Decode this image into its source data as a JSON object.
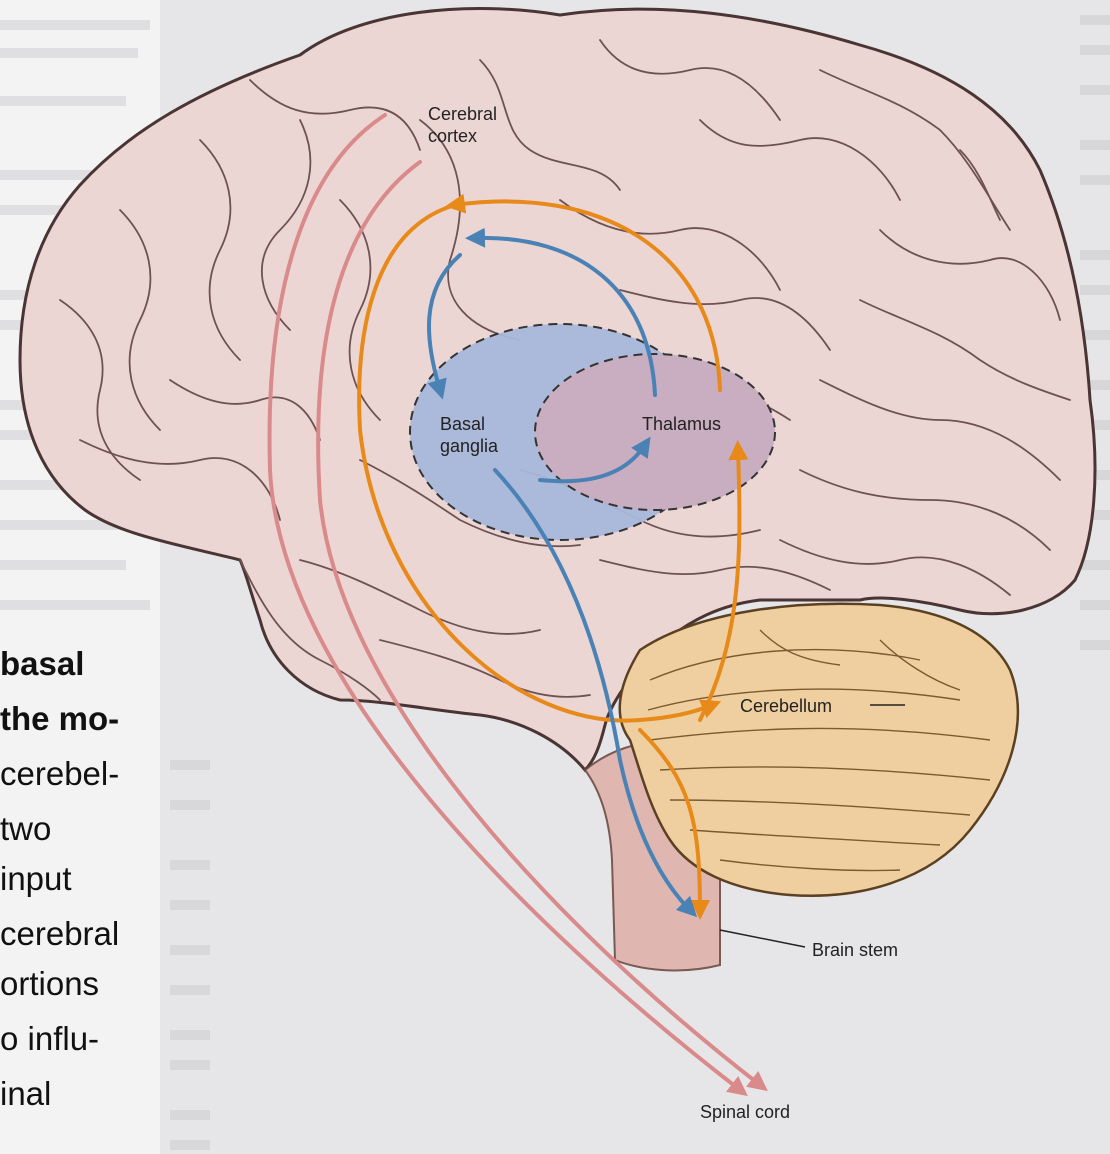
{
  "labels": {
    "cerebral_cortex": [
      "Cerebral",
      "cortex"
    ],
    "basal_ganglia": [
      "Basal",
      "ganglia"
    ],
    "thalamus": "Thalamus",
    "cerebellum": "Cerebellum",
    "brain_stem": "Brain stem",
    "spinal_cord": "Spinal cord"
  },
  "caption_fragment": {
    "lines": [
      "basal",
      "the mo-",
      "cerebel-",
      "two",
      "input",
      "cerebral",
      "ortions",
      "o influ-",
      "inal"
    ],
    "bold_lines": 2
  },
  "colors": {
    "brain": "#ecd6d4",
    "brain_outline": "#4a3434",
    "gyri": "#6e5252",
    "cerebellum": "#efcf9f",
    "cerebellum_outline": "#5b4121",
    "basal_ganglia": "#a8b7da",
    "thalamus": "#c9adc0",
    "pathway_orange": "#e88a1a",
    "pathway_blue": "#4b82b6",
    "pathway_red": "#d98a8a",
    "brain_stem": "#dfb2aa",
    "page_background_gray": "#e6e6e8"
  }
}
